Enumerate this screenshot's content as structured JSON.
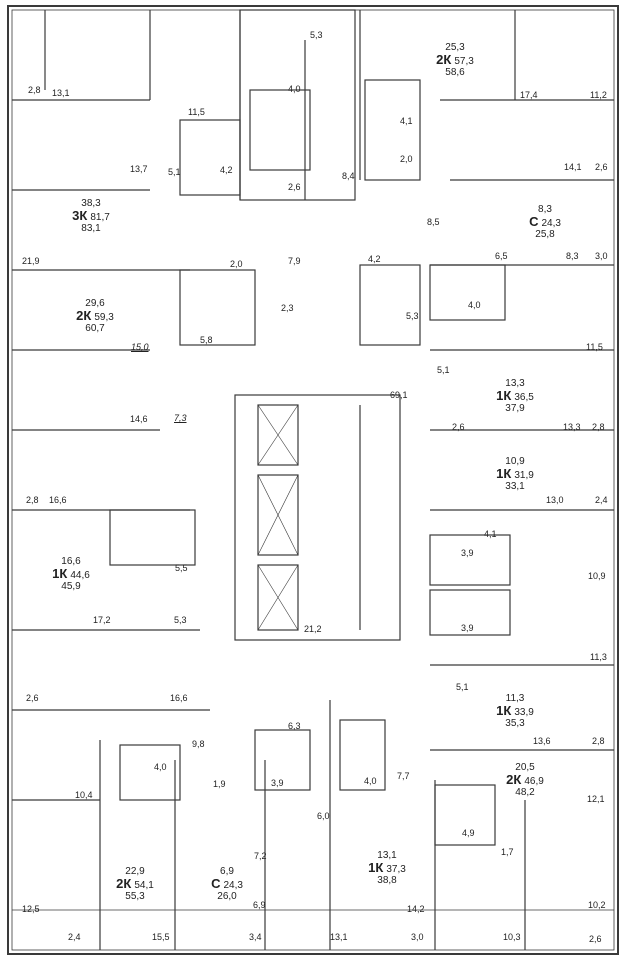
{
  "apartments": [
    {
      "id": "a1",
      "type": "2К",
      "living": "25,3",
      "total": "57,3",
      "total_b": "58,6"
    },
    {
      "id": "a2",
      "type": "3К",
      "living": "38,3",
      "total": "81,7",
      "total_b": "83,1"
    },
    {
      "id": "a3",
      "type": "С",
      "living": "8,3",
      "total": "24,3",
      "total_b": "25,8"
    },
    {
      "id": "a4",
      "type": "2К",
      "living": "29,6",
      "total": "59,3",
      "total_b": "60,7"
    },
    {
      "id": "a5",
      "type": "1К",
      "living": "13,3",
      "total": "36,5",
      "total_b": "37,9"
    },
    {
      "id": "a6",
      "type": "1К",
      "living": "10,9",
      "total": "31,9",
      "total_b": "33,1"
    },
    {
      "id": "a7",
      "type": "1К",
      "living": "16,6",
      "total": "44,6",
      "total_b": "45,9"
    },
    {
      "id": "a8",
      "type": "1К",
      "living": "11,3",
      "total": "33,9",
      "total_b": "35,3"
    },
    {
      "id": "a9",
      "type": "2К",
      "living": "20,5",
      "total": "46,9",
      "total_b": "48,2"
    },
    {
      "id": "a10",
      "type": "2К",
      "living": "22,9",
      "total": "54,1",
      "total_b": "55,3"
    },
    {
      "id": "a11",
      "type": "С",
      "living": "6,9",
      "total": "24,3",
      "total_b": "26,0"
    },
    {
      "id": "a12",
      "type": "1К",
      "living": "13,1",
      "total": "37,3",
      "total_b": "38,8"
    }
  ],
  "room_areas": {
    "r1": "5,3",
    "r2": "2,8",
    "r3": "13,1",
    "r4": "4,0",
    "r5": "17,4",
    "r6": "11,2",
    "r7": "11,5",
    "r8": "4,1",
    "r9": "13,7",
    "r10": "5,1",
    "r11": "4,2",
    "r12": "2,6",
    "r13": "8,4",
    "r14": "2,0",
    "r15": "14,1",
    "r16": "2,6",
    "r17": "8,5",
    "r18": "21,9",
    "r19": "2,0",
    "r20": "7,9",
    "r21": "4,2",
    "r22": "6,5",
    "r23": "8,3",
    "r24": "3,0",
    "r25": "2,3",
    "r26": "5,8",
    "r27": "15,0",
    "r28": "5,3",
    "r29": "4,0",
    "r30": "11,5",
    "r31": "69,1",
    "r32": "5,1",
    "r33": "14,6",
    "r34": "7,3",
    "r35": "2,6",
    "r36": "13,3",
    "r37": "2,8",
    "r38": "2,8",
    "r39": "16,6",
    "r40": "13,0",
    "r41": "2,4",
    "r42": "4,1",
    "r43": "5,5",
    "r44": "3,9",
    "r45": "10,9",
    "r46": "17,2",
    "r47": "5,3",
    "r48": "21,2",
    "r49": "3,9",
    "r50": "11,3",
    "r51": "2,6",
    "r52": "16,6",
    "r53": "5,1",
    "r54": "6,3",
    "r55": "13,6",
    "r56": "2,8",
    "r57": "9,8",
    "r58": "4,0",
    "r59": "1,9",
    "r60": "3,9",
    "r61": "4,0",
    "r62": "7,7",
    "r63": "10,4",
    "r64": "6,0",
    "r65": "12,1",
    "r66": "4,9",
    "r67": "7,2",
    "r68": "1,7",
    "r69": "6,9",
    "r70": "12,5",
    "r71": "14,2",
    "r72": "10,2",
    "r73": "2,4",
    "r74": "15,5",
    "r75": "3,4",
    "r76": "13,1",
    "r77": "3,0",
    "r78": "10,3",
    "r79": "2,6"
  },
  "colors": {
    "wall": "#3a3a3a",
    "line": "#555555",
    "bg": "#ffffff"
  }
}
